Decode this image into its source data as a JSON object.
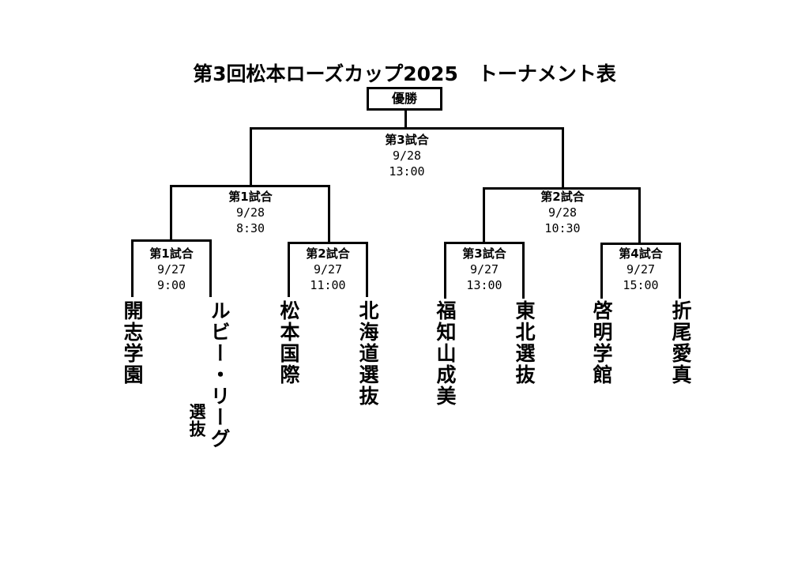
{
  "title": "第3回松本ローズカップ2025　トーナメント表",
  "champion_label": "優勝",
  "final": {
    "name": "第3試合",
    "date": "9/28",
    "time": "13:00"
  },
  "semis": [
    {
      "name": "第1試合",
      "date": "9/28",
      "time": "8:30"
    },
    {
      "name": "第2試合",
      "date": "9/28",
      "time": "10:30"
    }
  ],
  "first_round": [
    {
      "name": "第1試合",
      "date": "9/27",
      "time": "9:00"
    },
    {
      "name": "第2試合",
      "date": "9/27",
      "time": "11:00"
    },
    {
      "name": "第3試合",
      "date": "9/27",
      "time": "13:00"
    },
    {
      "name": "第4試合",
      "date": "9/27",
      "time": "15:00"
    }
  ],
  "teams": [
    {
      "main": "開志学園",
      "sub": ""
    },
    {
      "main": "ルビー・リーグ",
      "sub": "選抜"
    },
    {
      "main": "松本国際",
      "sub": ""
    },
    {
      "main": "北海道選抜",
      "sub": ""
    },
    {
      "main": "福知山成美",
      "sub": ""
    },
    {
      "main": "東北選抜",
      "sub": ""
    },
    {
      "main": "啓明学館",
      "sub": ""
    },
    {
      "main": "折尾愛真",
      "sub": ""
    }
  ]
}
